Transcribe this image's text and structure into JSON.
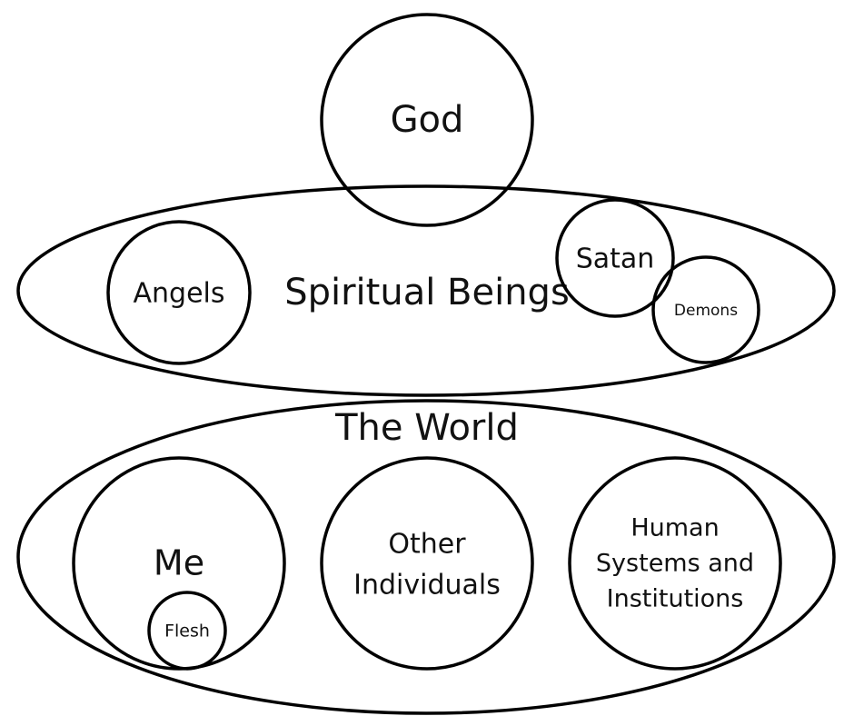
{
  "diagram": {
    "god": "God",
    "spiritual_beings": "Spiritual Beings",
    "angels": "Angels",
    "satan": "Satan",
    "demons": "Demons",
    "the_world": "The World",
    "me": "Me",
    "flesh": "Flesh",
    "other_individuals": [
      "Other",
      "Individuals"
    ],
    "human_systems": [
      "Human",
      "Systems and",
      "Institutions"
    ]
  }
}
